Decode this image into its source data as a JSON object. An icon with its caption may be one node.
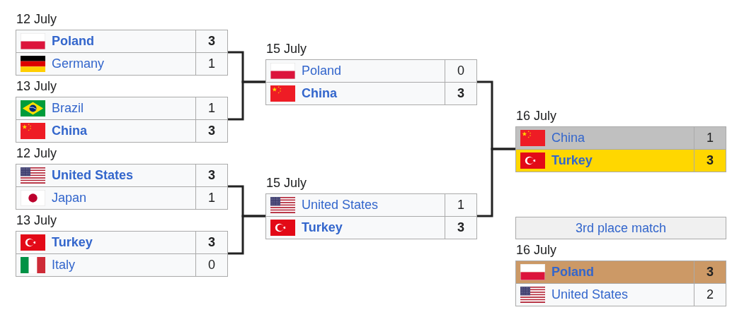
{
  "diagram": {
    "nodes": [
      {
        "text": [
          "12 July"
        ]
      },
      {
        "text": [
          "Poland",
          "3"
        ],
        "in": 0
      },
      {
        "text": [
          "Germany",
          "1"
        ],
        "in": 0
      },
      {
        "text": [
          "13 July"
        ]
      },
      {
        "text": [
          "Brazil",
          "1"
        ],
        "in": 3
      },
      {
        "text": [
          "China",
          "3"
        ],
        "in": 3
      },
      {
        "text": [
          "12 July"
        ]
      },
      {
        "text": [
          "United States",
          "3"
        ],
        "in": 6
      },
      {
        "text": [
          "Japan",
          "1"
        ],
        "in": 6
      },
      {
        "text": [
          "13 July"
        ]
      },
      {
        "text": [
          "Turkey",
          "3"
        ],
        "in": 9
      },
      {
        "text": [
          "Italy",
          "0"
        ],
        "in": 9
      },
      {
        "text": [
          "15 July"
        ]
      },
      {
        "text": [
          "Poland",
          "0"
        ],
        "in": 12
      },
      {
        "text": [
          "China",
          "3"
        ],
        "in": 12
      },
      {
        "text": [
          "15 July"
        ]
      },
      {
        "text": [
          "United States",
          "1"
        ],
        "in": 15
      },
      {
        "text": [
          "Turkey",
          "3"
        ],
        "in": 15
      },
      {
        "text": [
          "16 July"
        ]
      },
      {
        "text": [
          "China",
          "1"
        ],
        "in": 18
      },
      {
        "text": [
          "Turkey",
          "3"
        ],
        "in": 18
      },
      {
        "text": [
          "3rd place match"
        ]
      },
      {
        "text": [
          "16 July"
        ]
      },
      {
        "text": [
          "Poland",
          "3"
        ],
        "in": 22
      },
      {
        "text": [
          "United States",
          "2"
        ],
        "in": 22
      }
    ],
    "edges": [
      {
        "from": 0,
        "to": 12,
        "arrow": "none"
      },
      {
        "from": 3,
        "to": 12,
        "arrow": "none"
      },
      {
        "from": 6,
        "to": 15,
        "arrow": "none"
      },
      {
        "from": 9,
        "to": 15,
        "arrow": "none"
      },
      {
        "from": 12,
        "to": 18,
        "arrow": "none"
      },
      {
        "from": 15,
        "to": 18,
        "arrow": "none"
      }
    ]
  }
}
